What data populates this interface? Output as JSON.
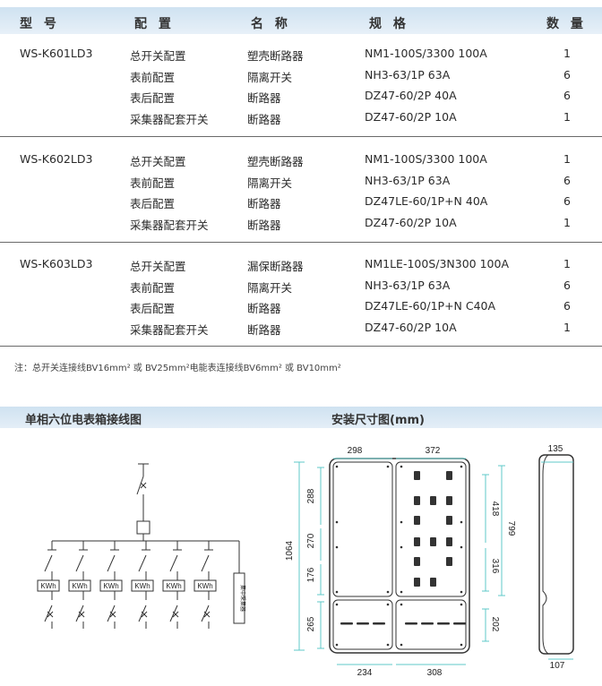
{
  "table": {
    "headers": {
      "model": "型 号",
      "config": "配 置",
      "name": "名 称",
      "spec": "规 格",
      "qty": "数 量"
    },
    "groups": [
      {
        "model": "WS-K601LD3",
        "rows": [
          {
            "config": "总开关配置",
            "name": "塑壳断路器",
            "spec": "NM1-100S/3300 100A",
            "qty": "1"
          },
          {
            "config": "表前配置",
            "name": "隔离开关",
            "spec": "NH3-63/1P 63A",
            "qty": "6"
          },
          {
            "config": "表后配置",
            "name": "断路器",
            "spec": "DZ47-60/2P 40A",
            "qty": "6"
          },
          {
            "config": "采集器配套开关",
            "name": "断路器",
            "spec": "DZ47-60/2P 10A",
            "qty": "1"
          }
        ]
      },
      {
        "model": "WS-K602LD3",
        "rows": [
          {
            "config": "总开关配置",
            "name": "塑壳断路器",
            "spec": "NM1-100S/3300 100A",
            "qty": "1"
          },
          {
            "config": "表前配置",
            "name": "隔离开关",
            "spec": "NH3-63/1P 63A",
            "qty": "6"
          },
          {
            "config": "表后配置",
            "name": "断路器",
            "spec": "DZ47LE-60/1P+N 40A",
            "qty": "6"
          },
          {
            "config": "采集器配套开关",
            "name": "断路器",
            "spec": "DZ47-60/2P 10A",
            "qty": "1"
          }
        ]
      },
      {
        "model": "WS-K603LD3",
        "rows": [
          {
            "config": "总开关配置",
            "name": "漏保断路器",
            "spec": "NM1LE-100S/3N300 100A",
            "qty": "1"
          },
          {
            "config": "表前配置",
            "name": "隔离开关",
            "spec": "NH3-63/1P 63A",
            "qty": "6"
          },
          {
            "config": "表后配置",
            "name": "断路器",
            "spec": "DZ47LE-60/1P+N C40A",
            "qty": "6"
          },
          {
            "config": "采集器配套开关",
            "name": "断路器",
            "spec": "DZ47-60/2P 10A",
            "qty": "1"
          }
        ]
      }
    ]
  },
  "note": "注：总开关连接线BV16mm² 或 BV25mm²电能表连接线BV6mm² 或 BV10mm²",
  "wiring": {
    "title": "单相六位电表箱接线图",
    "meter_label": "KWh",
    "collector_label": "集中采集器"
  },
  "dims": {
    "title": "安装尺寸图(mm)",
    "top_left_width": "298",
    "top_right_width": "372",
    "side_depth_top": "135",
    "total_height": "1064",
    "upper_1": "288",
    "upper_2": "270",
    "upper_3": "176",
    "lower": "265",
    "right_upper": "418",
    "right_total": "799",
    "right_mid": "316",
    "right_lower": "202",
    "bottom_left_width": "234",
    "bottom_right_width": "308",
    "side_depth_bottom": "107"
  },
  "colors": {
    "accent": "#d8e8f4",
    "line": "#333333",
    "dim": "#5fc8c8"
  }
}
